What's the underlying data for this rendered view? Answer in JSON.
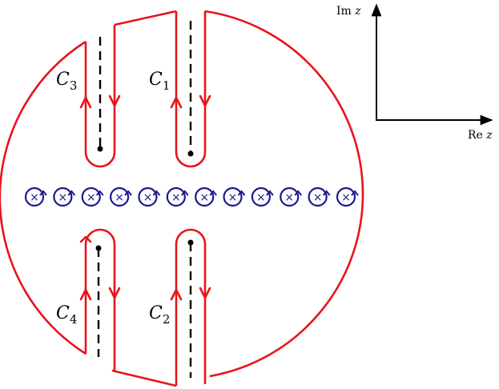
{
  "colors": {
    "contour": "#e8141c",
    "cut": "#000000",
    "pole": "#1a1a8c",
    "axes": "#000000"
  },
  "contour_labels": [
    {
      "letter": "C",
      "sub": "1"
    },
    {
      "letter": "C",
      "sub": "2"
    },
    {
      "letter": "C",
      "sub": "3"
    },
    {
      "letter": "C",
      "sub": "4"
    }
  ],
  "axes": {
    "im": {
      "op": "Im",
      "var": "z"
    },
    "re": {
      "op": "Re",
      "var": "z"
    }
  },
  "poles": {
    "count": 12,
    "glyph": "×",
    "icon": "circled-cross-icon"
  }
}
